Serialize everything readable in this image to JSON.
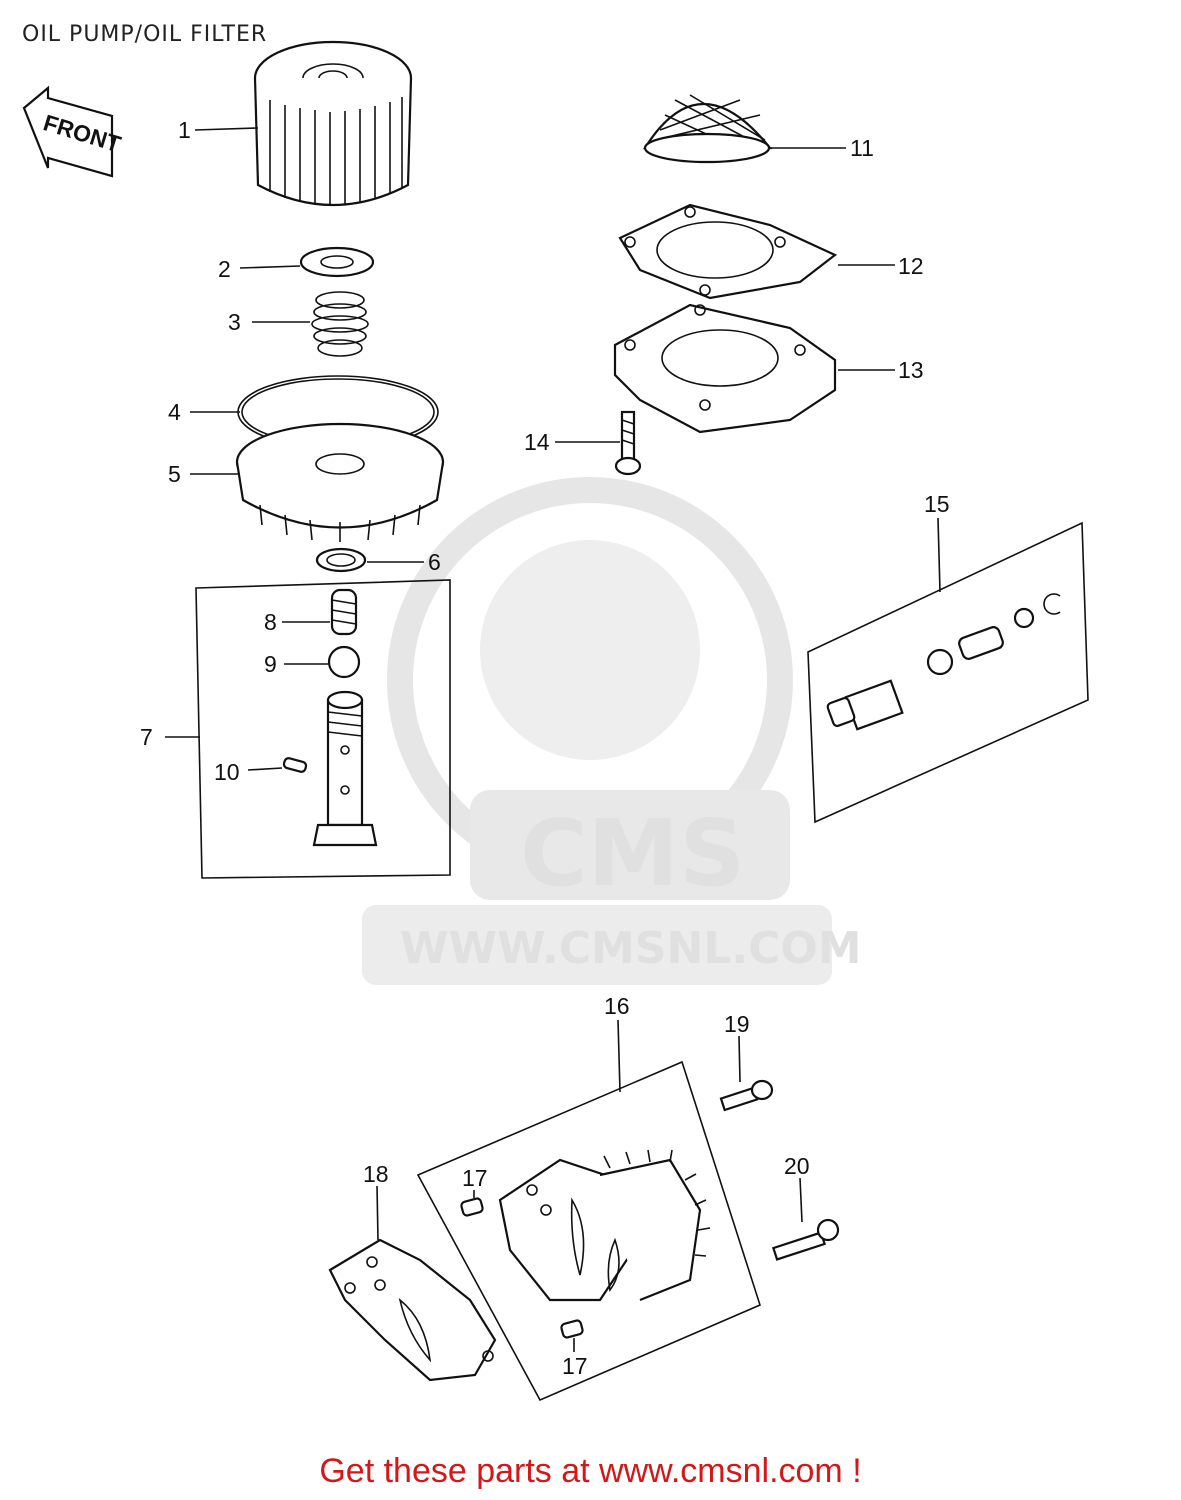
{
  "title": "OIL PUMP/OIL FILTER",
  "front_label": "FRONT",
  "watermark": {
    "brand": "CMS",
    "url": "WWW.CMSNL.COM"
  },
  "callouts": {
    "c1": "1",
    "c2": "2",
    "c3": "3",
    "c4": "4",
    "c5": "5",
    "c6": "6",
    "c7": "7",
    "c8": "8",
    "c9": "9",
    "c10": "10",
    "c11": "11",
    "c12": "12",
    "c13": "13",
    "c14": "14",
    "c15": "15",
    "c16": "16",
    "c17a": "17",
    "c17b": "17",
    "c18": "18",
    "c19": "19",
    "c20": "20"
  },
  "footer": "Get these parts at www.cmsnl.com !",
  "colors": {
    "footer": "#d21818",
    "line": "#111111",
    "watermark": "#e0e0e0"
  }
}
